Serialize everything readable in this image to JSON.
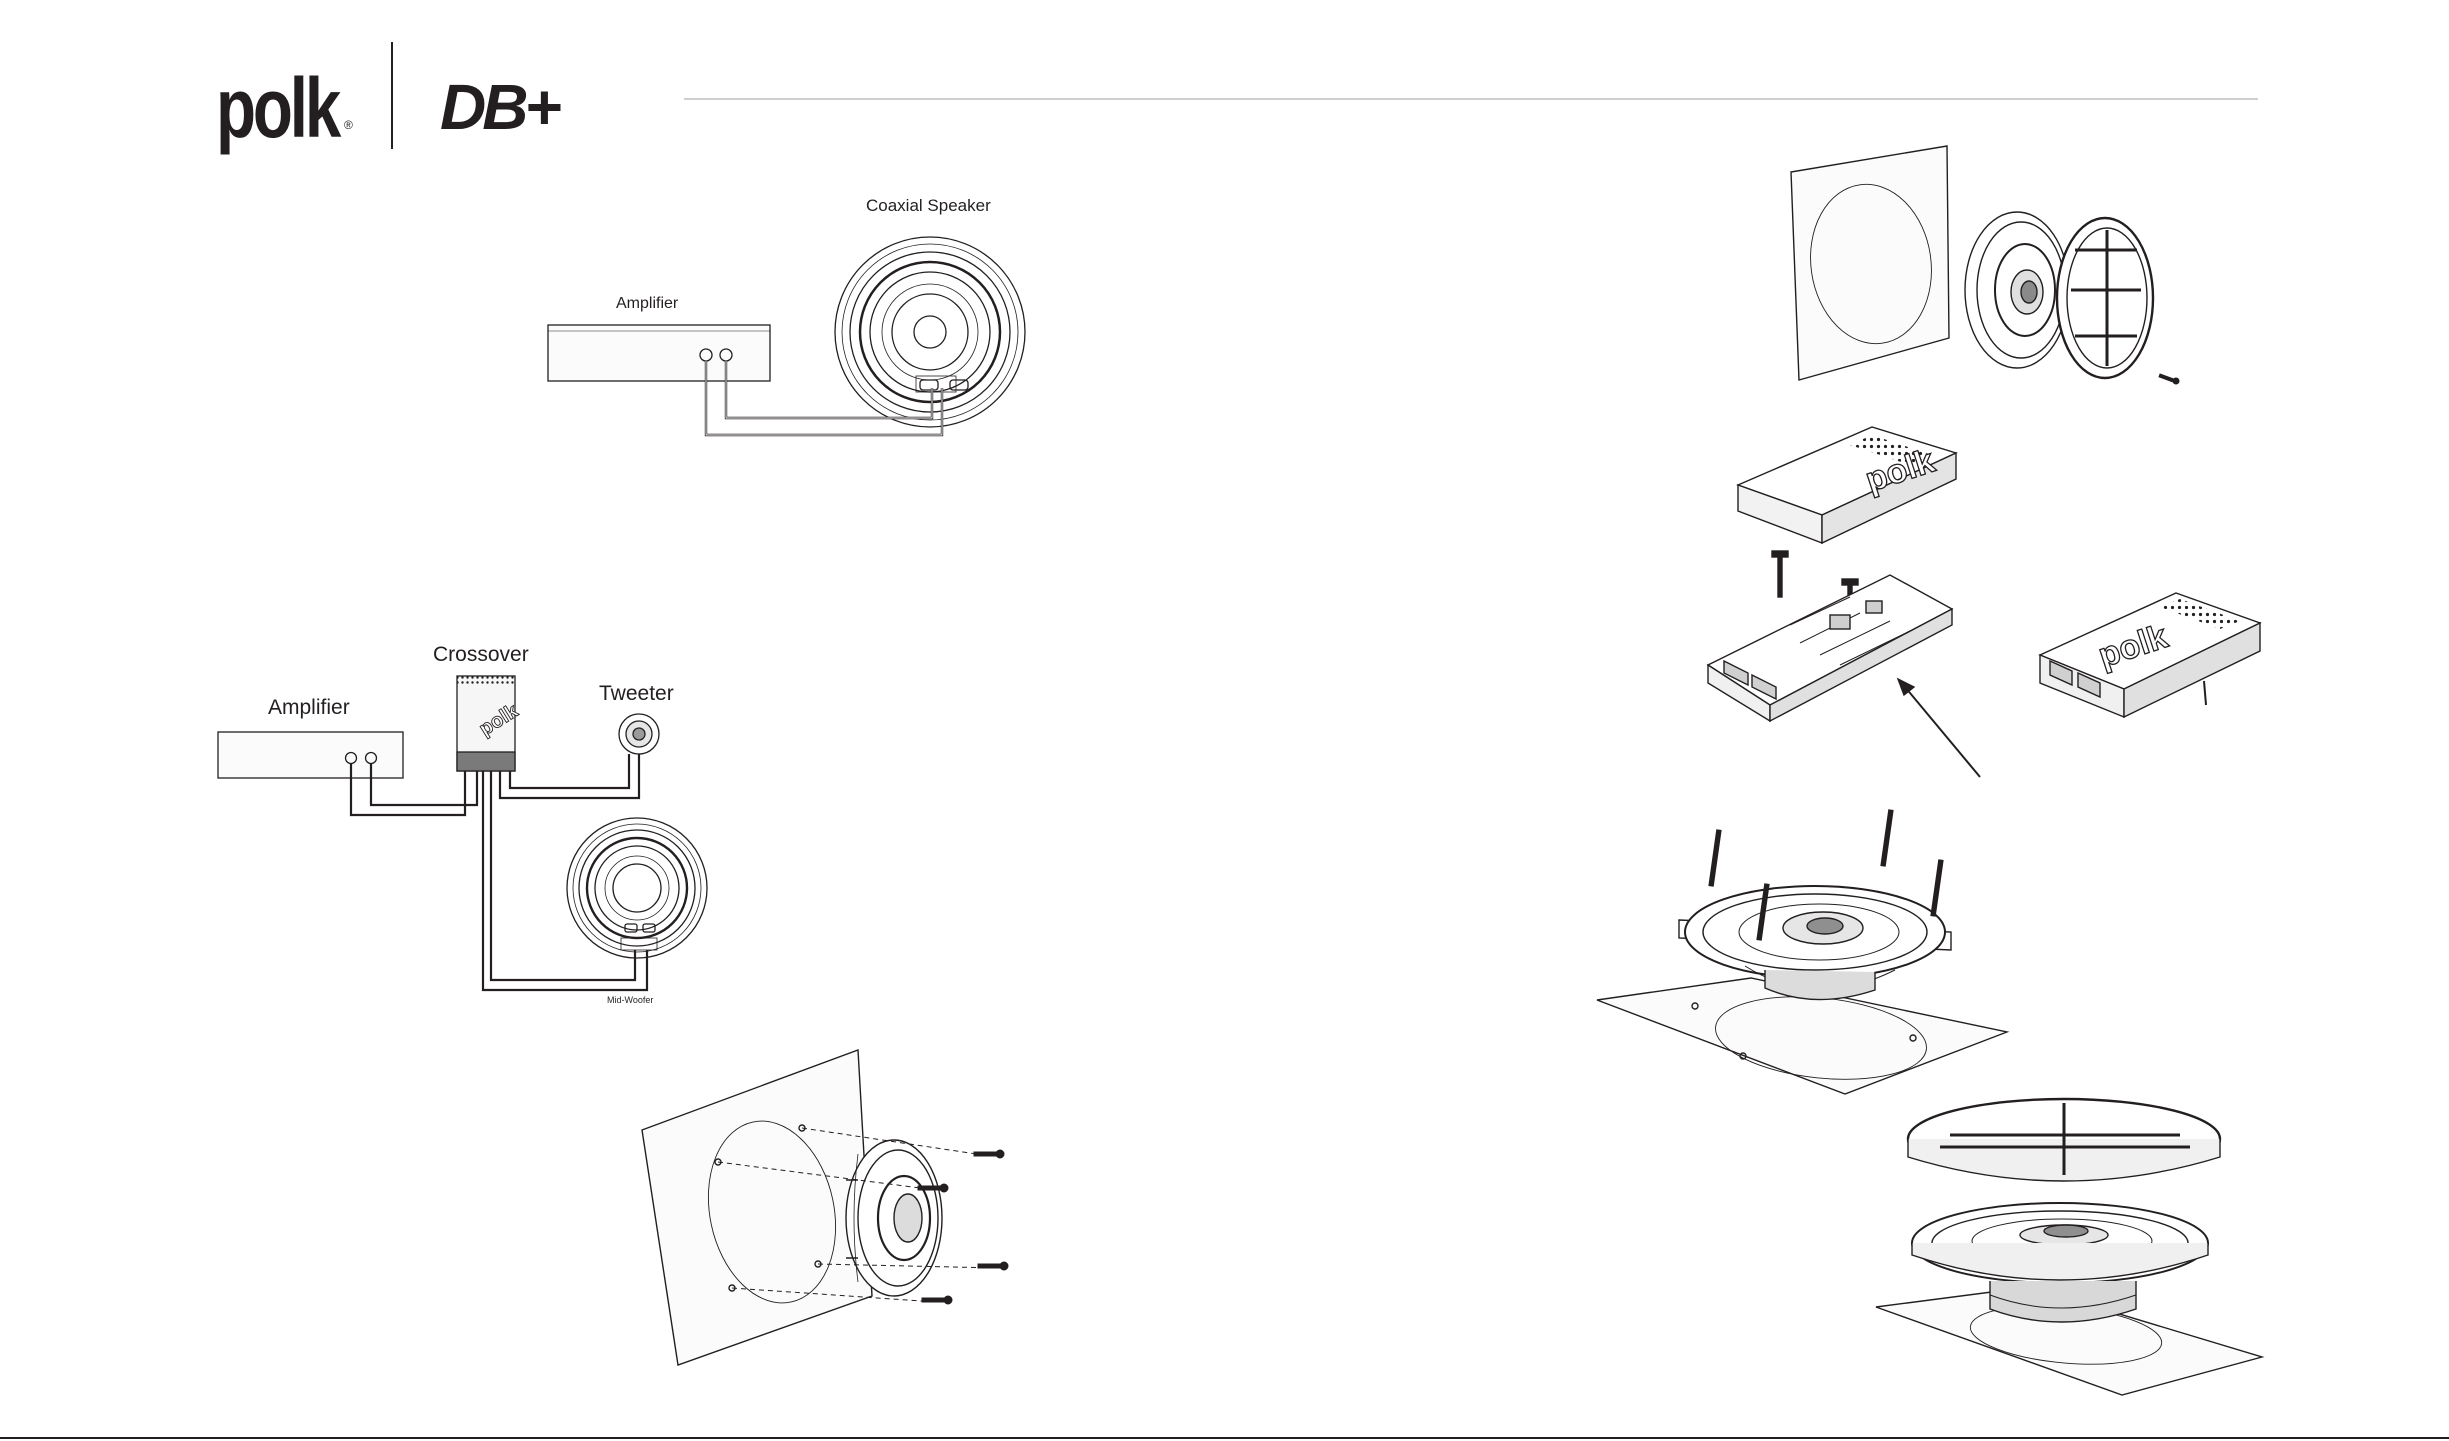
{
  "header": {
    "brand_logo": "polk",
    "registered_mark": "®",
    "series_logo": "DB+"
  },
  "diagrams": {
    "coaxial_wiring": {
      "amplifier_label": "Amplifier",
      "speaker_label": "Coaxial Speaker"
    },
    "component_wiring": {
      "amplifier_label": "Amplifier",
      "crossover_label": "Crossover",
      "tweeter_label": "Tweeter",
      "woofer_label": "Mid-Woofer",
      "crossover_logo": "polk"
    },
    "crossover_mount": {
      "logo_top": "polk",
      "logo_side": "polk"
    }
  },
  "colors": {
    "line": "#231f20",
    "rule": "#cfcfcf",
    "fill_light": "#f4f4f4",
    "fill_mid": "#cfcfcf",
    "fill_dark": "#6d6d6d"
  }
}
